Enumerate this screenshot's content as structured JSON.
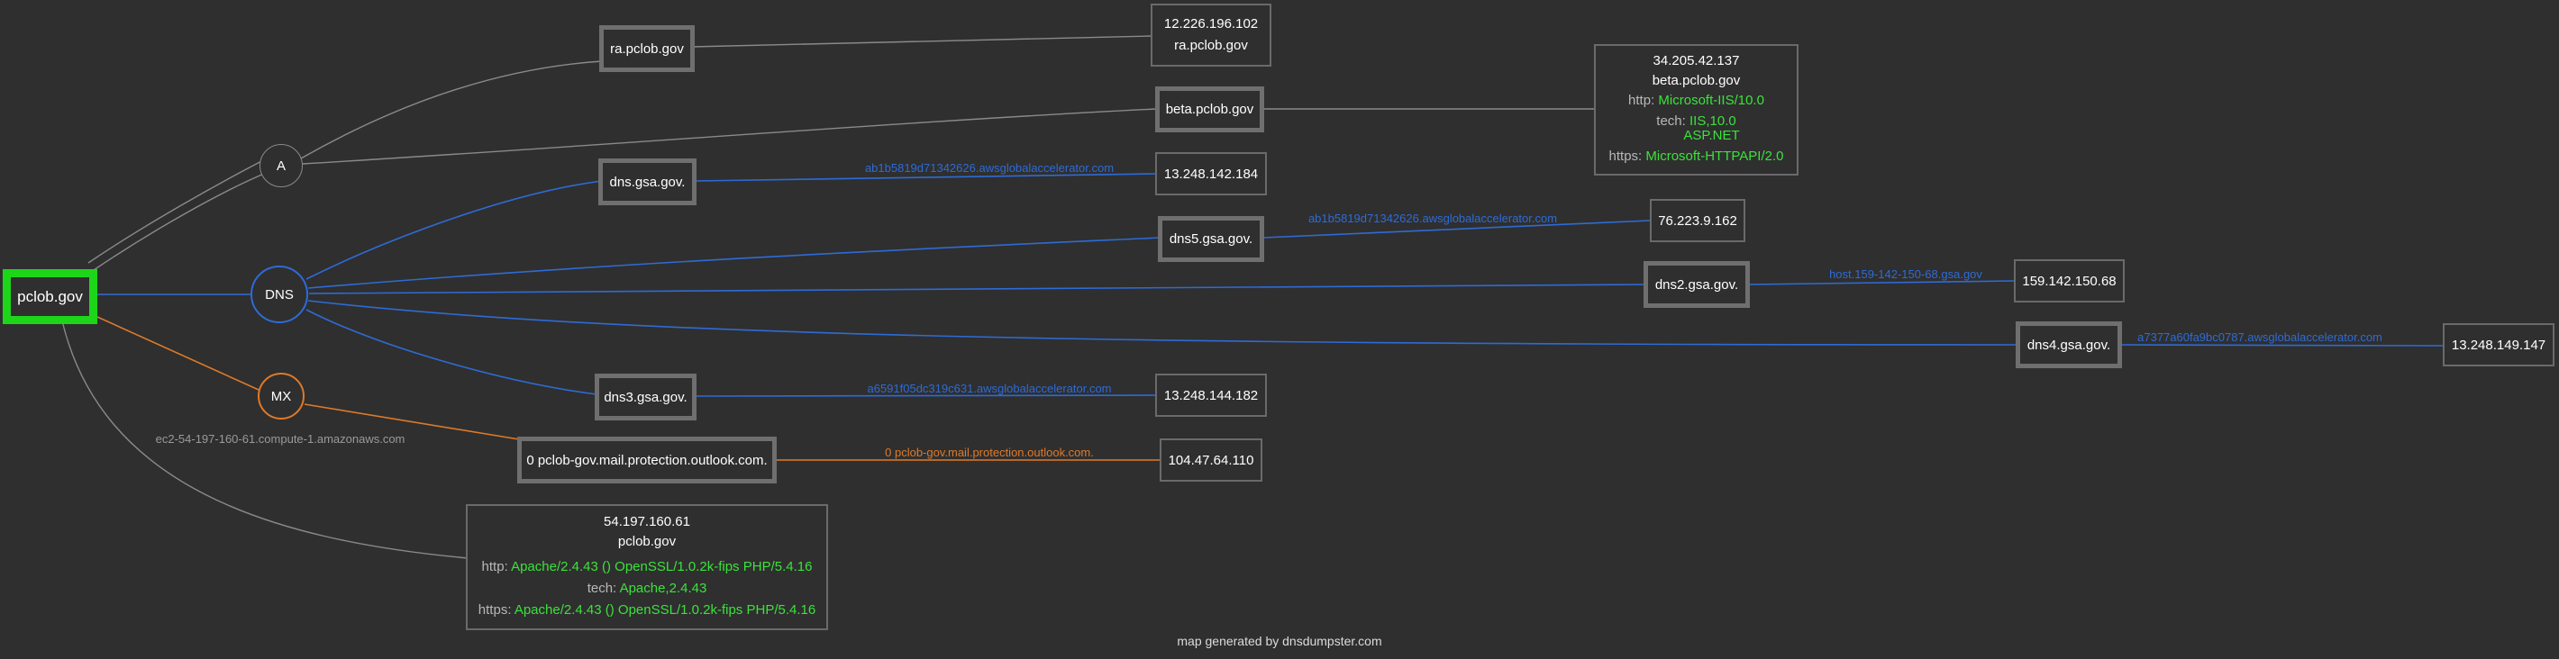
{
  "root": "pclob.gov",
  "groups": {
    "a": "A",
    "dns": "DNS",
    "mx": "MX"
  },
  "hosts": {
    "ra": "ra.pclob.gov",
    "beta": "beta.pclob.gov",
    "dns": "dns.gsa.gov.",
    "dns5": "dns5.gsa.gov.",
    "dns2": "dns2.gsa.gov.",
    "dns4": "dns4.gsa.gov.",
    "dns3": "dns3.gsa.gov.",
    "mx0": "0 pclob-gov.mail.protection.outlook.com."
  },
  "ips": {
    "ra": {
      "ip": "12.226.196.102",
      "name": "ra.pclob.gov"
    },
    "dns": "13.248.142.184",
    "dns5": "76.223.9.162",
    "dns2": "159.142.150.68",
    "dns4": "13.248.149.147",
    "dns3": "13.248.144.182",
    "mx0": "104.47.64.110"
  },
  "edge_labels": {
    "dns": "ab1b5819d71342626.awsglobalaccelerator.com",
    "dns5": "ab1b5819d71342626.awsglobalaccelerator.com",
    "dns2": "host.159-142-150-68.gsa.gov",
    "dns4": "a7377a60fa9bc0787.awsglobalaccelerator.com",
    "dns3": "a6591f05dc319c631.awsglobalaccelerator.com",
    "mx0": "0 pclob-gov.mail.protection.outlook.com.",
    "root_host": "ec2-54-197-160-61.compute-1.amazonaws.com"
  },
  "beta_info": {
    "ip": "34.205.42.137",
    "name": "beta.pclob.gov",
    "http_key": "http:",
    "http_val": "Microsoft-IIS/10.0",
    "tech_key": "tech:",
    "tech_val1": "IIS,10.0",
    "tech_val2": "ASP.NET",
    "https_key": "https:",
    "https_val": "Microsoft-HTTPAPI/2.0"
  },
  "root_info": {
    "ip": "54.197.160.61",
    "name": "pclob.gov",
    "http_key": "http:",
    "http_val": "Apache/2.4.43 () OpenSSL/1.0.2k-fips PHP/5.4.16",
    "tech_key": "tech:",
    "tech_val": "Apache,2.4.43",
    "https_key": "https:",
    "https_val": "Apache/2.4.43 () OpenSSL/1.0.2k-fips PHP/5.4.16"
  },
  "footer": "map generated by dnsdumpster.com",
  "colors": {
    "dns_edge": "#2e6bd6",
    "mx_edge": "#dd7a2a",
    "a_edge": "#8a8a8a",
    "root_border": "#1ed619"
  }
}
